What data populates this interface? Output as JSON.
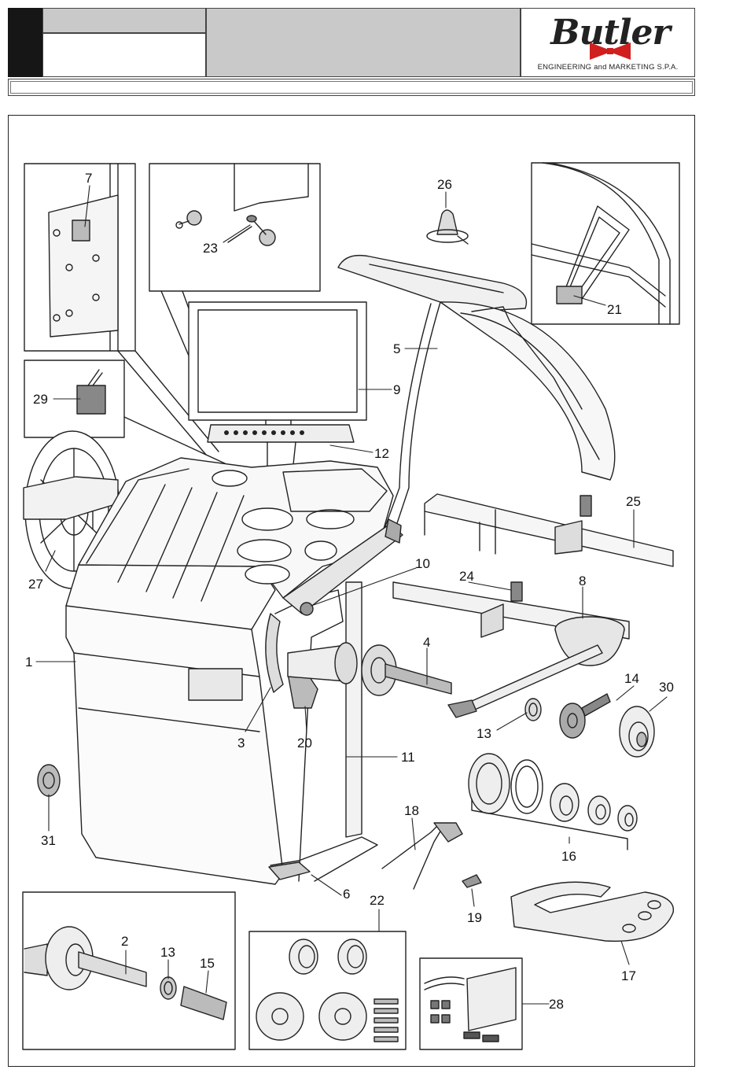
{
  "header": {
    "brand": "Butler",
    "tagline": "ENGINEERING and MARKETING S.P.A."
  },
  "callouts": {
    "c1": "1",
    "c2": "2",
    "c3": "3",
    "c4": "4",
    "c5": "5",
    "c6": "6",
    "c7": "7",
    "c8": "8",
    "c9": "9",
    "c10": "10",
    "c11": "11",
    "c12": "12",
    "c13a": "13",
    "c13b": "13",
    "c14": "14",
    "c15": "15",
    "c16": "16",
    "c17": "17",
    "c18": "18",
    "c19": "19",
    "c20": "20",
    "c21": "21",
    "c22": "22",
    "c23": "23",
    "c24": "24",
    "c25": "25",
    "c26": "26",
    "c27": "27",
    "c28": "28",
    "c29": "29",
    "c30": "30",
    "c31": "31"
  },
  "colors": {
    "header_black": "#161616",
    "header_grey": "#c9c9c9",
    "logo_bow": "#d01f1f",
    "line": "#222222"
  }
}
